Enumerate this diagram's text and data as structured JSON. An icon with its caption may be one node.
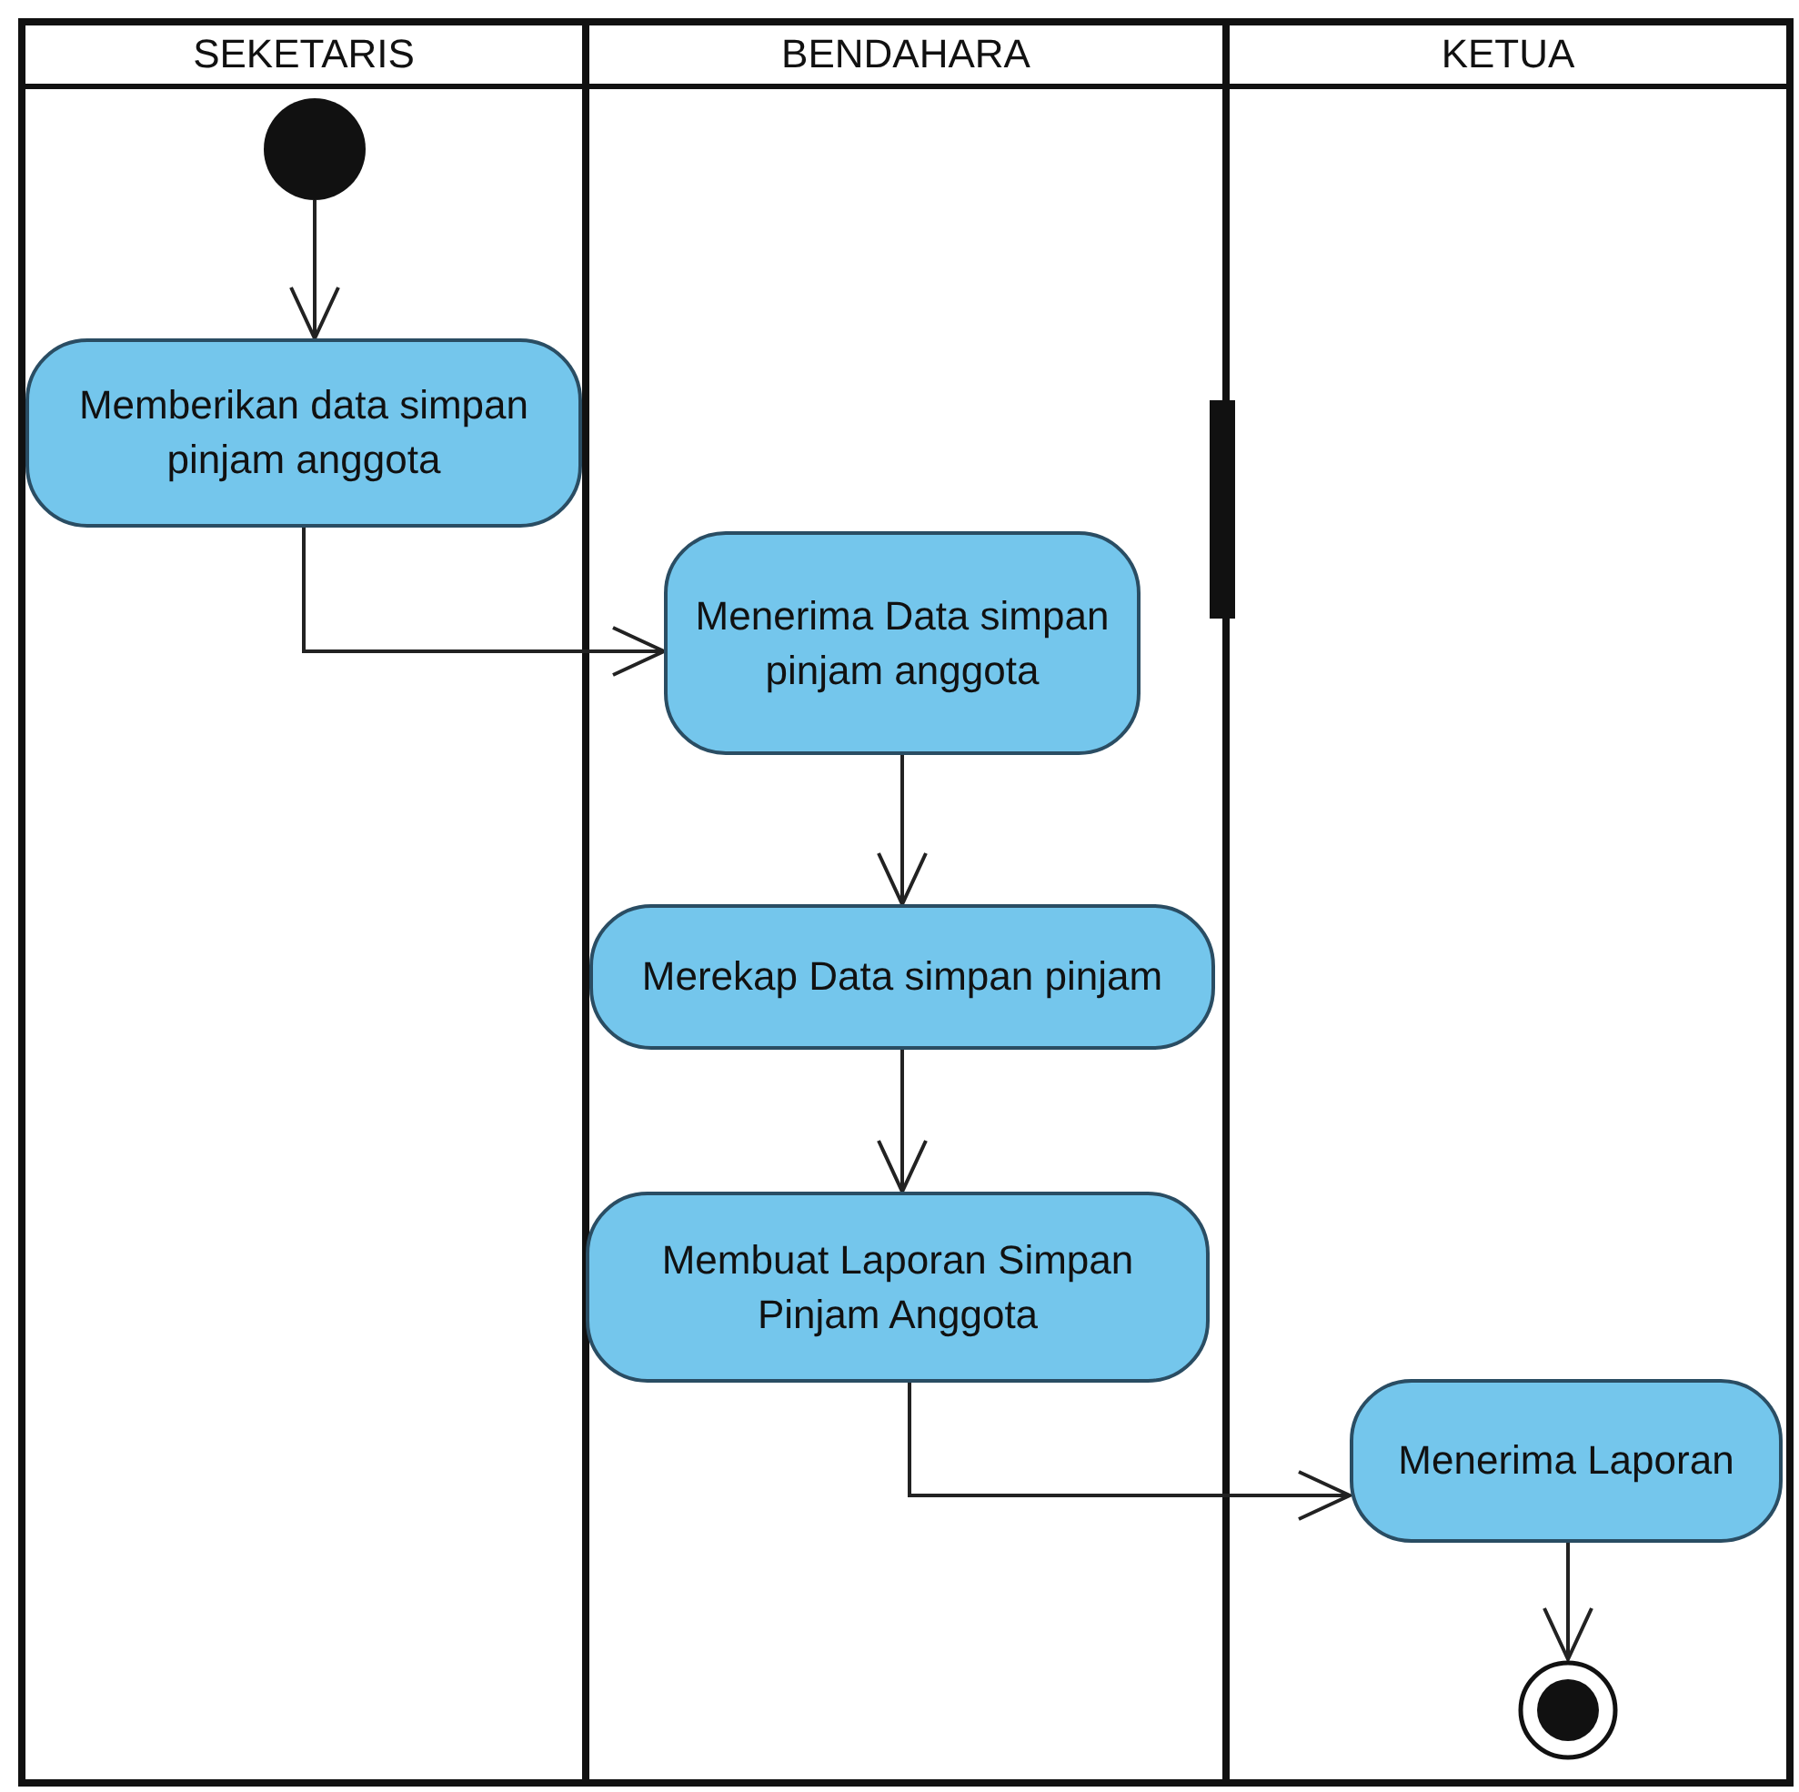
{
  "diagram": {
    "nodes": [
      {
        "text": [
          "SEKETARIS"
        ]
      },
      {
        "text": [
          "BENDAHARA"
        ]
      },
      {
        "text": [
          "KETUA"
        ]
      },
      {
        "text": [],
        "shape": "circle",
        "in": 0
      },
      {
        "text": [
          "Memberikan data simpan pinjam anggota"
        ],
        "in": 0
      },
      {
        "text": [
          "Menerima Data simpan pinjam anggota"
        ],
        "in": 1
      },
      {
        "text": [
          "Merekap Data simpan pinjam"
        ],
        "in": 1
      },
      {
        "text": [
          "Membuat Laporan Simpan Pinjam Anggota"
        ],
        "in": 1
      },
      {
        "text": [
          "Menerima Laporan"
        ],
        "in": 2
      },
      {
        "text": [],
        "shape": "circle",
        "in": 2
      },
      {
        "text": [],
        "shape": "bar"
      }
    ],
    "edges": [
      {
        "from": 3,
        "to": 4,
        "arrow": "to"
      },
      {
        "from": 4,
        "to": 5,
        "arrow": "to"
      },
      {
        "from": 5,
        "to": 6,
        "arrow": "to"
      },
      {
        "from": 6,
        "to": 7,
        "arrow": "to"
      },
      {
        "from": 7,
        "to": 8,
        "arrow": "to"
      },
      {
        "from": 8,
        "to": 9,
        "arrow": "to"
      }
    ]
  }
}
